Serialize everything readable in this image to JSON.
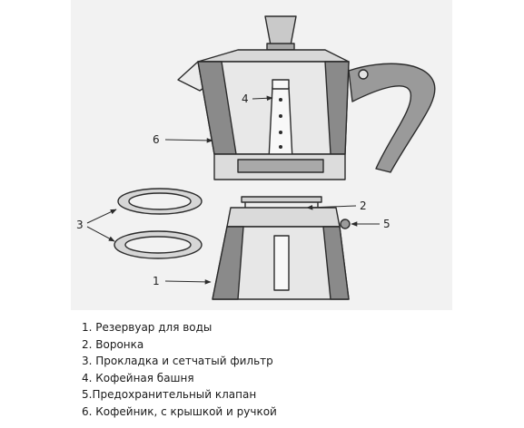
{
  "diagram": {
    "callouts": {
      "c1": "1",
      "c2": "2",
      "c3": "3",
      "c4": "4",
      "c5": "5",
      "c6": "6"
    },
    "colors": {
      "background_panel": "#f1f1f1",
      "metal_light": "#d9d9d9",
      "metal_dark": "#8f8f8f",
      "outline": "#2b2b2b"
    }
  },
  "legend": {
    "items": [
      "1. Резервуар для воды",
      "2. Воронка",
      "3. Прокладка и сетчатый фильтр",
      "4. Кофейная башня",
      "5.Предохранительный клапан",
      "6. Кофейник, с крышкой и ручкой"
    ]
  }
}
